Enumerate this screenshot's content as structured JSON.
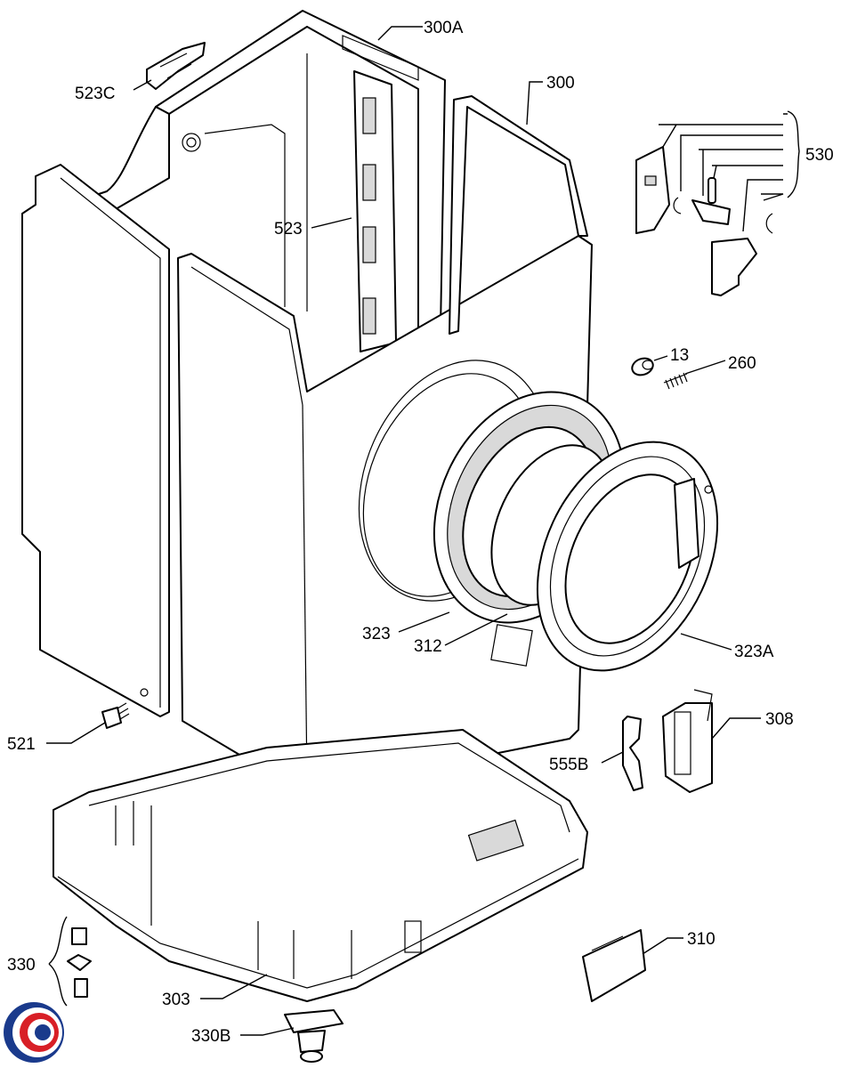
{
  "labels": {
    "l300A": "300A",
    "l300": "300",
    "l523C": "523C",
    "l523": "523",
    "l530": "530",
    "l13": "13",
    "l260": "260",
    "l323": "323",
    "l312": "312",
    "l323A": "323A",
    "l521": "521",
    "l308": "308",
    "l555B": "555B",
    "l310": "310",
    "l330": "330",
    "l303": "303",
    "l330B": "330B"
  },
  "logo": {
    "name": "brand-logo",
    "colors": [
      "#1a3a8c",
      "#d81f26"
    ]
  }
}
